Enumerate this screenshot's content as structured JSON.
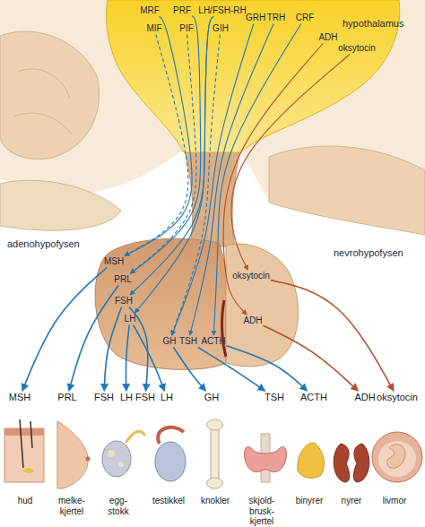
{
  "diagram": {
    "nodes": [
      {
        "text": [
          "hypothalamus"
        ]
      },
      {
        "text": [
          "MRF"
        ],
        "in": 0
      },
      {
        "text": [
          "MIF"
        ],
        "in": 0
      },
      {
        "text": [
          "PRF"
        ],
        "in": 0
      },
      {
        "text": [
          "PIF"
        ],
        "in": 0
      },
      {
        "text": [
          "LH/FSH-RH"
        ],
        "in": 0
      },
      {
        "text": [
          "GIH"
        ],
        "in": 0
      },
      {
        "text": [
          "GRH"
        ],
        "in": 0
      },
      {
        "text": [
          "TRH"
        ],
        "in": 0
      },
      {
        "text": [
          "CRF"
        ],
        "in": 0
      },
      {
        "text": [
          "ADH"
        ],
        "in": 0
      },
      {
        "text": [
          "oksytocin"
        ],
        "in": 0
      },
      {
        "text": [
          "adenohypofysen"
        ]
      },
      {
        "text": [
          "MSH"
        ],
        "in": 12
      },
      {
        "text": [
          "PRL"
        ],
        "in": 12
      },
      {
        "text": [
          "FSH"
        ],
        "in": 12
      },
      {
        "text": [
          "LH"
        ],
        "in": 12
      },
      {
        "text": [
          "GH"
        ],
        "in": 12
      },
      {
        "text": [
          "TSH"
        ],
        "in": 12
      },
      {
        "text": [
          "ACTH"
        ],
        "in": 12
      },
      {
        "text": [
          "nevrohypofysen"
        ]
      },
      {
        "text": [
          "oksytocin"
        ],
        "in": 20
      },
      {
        "text": [
          "ADH"
        ],
        "in": 20
      },
      {
        "text": [
          "MSH"
        ]
      },
      {
        "text": [
          "PRL"
        ]
      },
      {
        "text": [
          "FSH"
        ]
      },
      {
        "text": [
          "LH"
        ]
      },
      {
        "text": [
          "FSH"
        ]
      },
      {
        "text": [
          "LH"
        ]
      },
      {
        "text": [
          "GH"
        ]
      },
      {
        "text": [
          "TSH"
        ]
      },
      {
        "text": [
          "ACTH"
        ]
      },
      {
        "text": [
          "ADH"
        ]
      },
      {
        "text": [
          "oksytocin"
        ]
      }
    ],
    "edges": [
      {
        "from": 1,
        "to": 13,
        "arrow": "to"
      },
      {
        "from": 2,
        "to": 13,
        "arrow": "to"
      },
      {
        "from": 3,
        "to": 14,
        "arrow": "to"
      },
      {
        "from": 4,
        "to": 14,
        "arrow": "to"
      },
      {
        "from": 5,
        "to": 15,
        "arrow": "to"
      },
      {
        "from": 5,
        "to": 16,
        "arrow": "to"
      },
      {
        "from": 6,
        "to": 17,
        "arrow": "to"
      },
      {
        "from": 7,
        "to": 17,
        "arrow": "to"
      },
      {
        "from": 8,
        "to": 18,
        "arrow": "to"
      },
      {
        "from": 9,
        "to": 19,
        "arrow": "to"
      },
      {
        "from": 10,
        "to": 22,
        "arrow": "to"
      },
      {
        "from": 11,
        "to": 21,
        "arrow": "to"
      },
      {
        "from": 13,
        "to": 23,
        "arrow": "to"
      },
      {
        "from": 14,
        "to": 24,
        "arrow": "to"
      },
      {
        "from": 15,
        "to": 25,
        "arrow": "to"
      },
      {
        "from": 16,
        "to": 26,
        "arrow": "to"
      },
      {
        "from": 15,
        "to": 27,
        "arrow": "to"
      },
      {
        "from": 16,
        "to": 28,
        "arrow": "to"
      },
      {
        "from": 17,
        "to": 29,
        "arrow": "to"
      },
      {
        "from": 18,
        "to": 30,
        "arrow": "to"
      },
      {
        "from": 19,
        "to": 31,
        "arrow": "to"
      },
      {
        "from": 22,
        "to": 32,
        "arrow": "to"
      },
      {
        "from": 21,
        "to": 33,
        "arrow": "to"
      }
    ],
    "labels": [
      "hud",
      "melke- kjertel",
      "egg- stokk",
      "testikkel",
      "knokler",
      "skjold- brusk- kjertel",
      "binyrer",
      "nyrer",
      "livmor"
    ]
  }
}
